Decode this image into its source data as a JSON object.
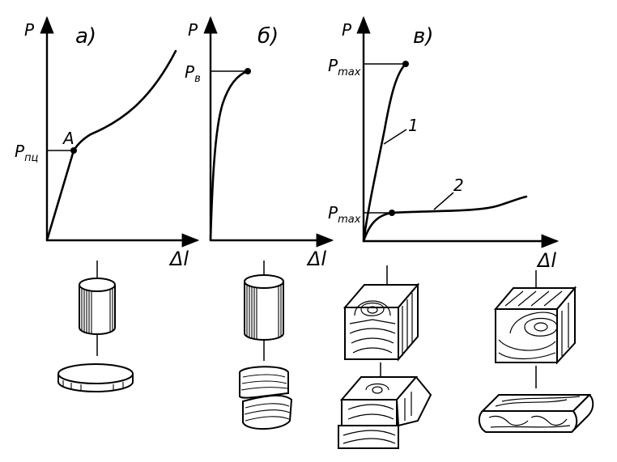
{
  "panels": [
    {
      "label": "а)",
      "y_axis": "P",
      "x_axis": "Δl",
      "point_label": "A",
      "load_label": "P",
      "load_sub": "пц"
    },
    {
      "label": "б)",
      "y_axis": "P",
      "x_axis": "Δl",
      "load_label": "P",
      "load_sub": "в"
    },
    {
      "label": "в)",
      "y_axis": "P",
      "x_axis": "Δl",
      "curve1_label": "1",
      "curve2_label": "2",
      "load_label_top": "P",
      "load_sub_top": "max",
      "load_label_bottom": "P",
      "load_sub_bottom": "max"
    }
  ]
}
